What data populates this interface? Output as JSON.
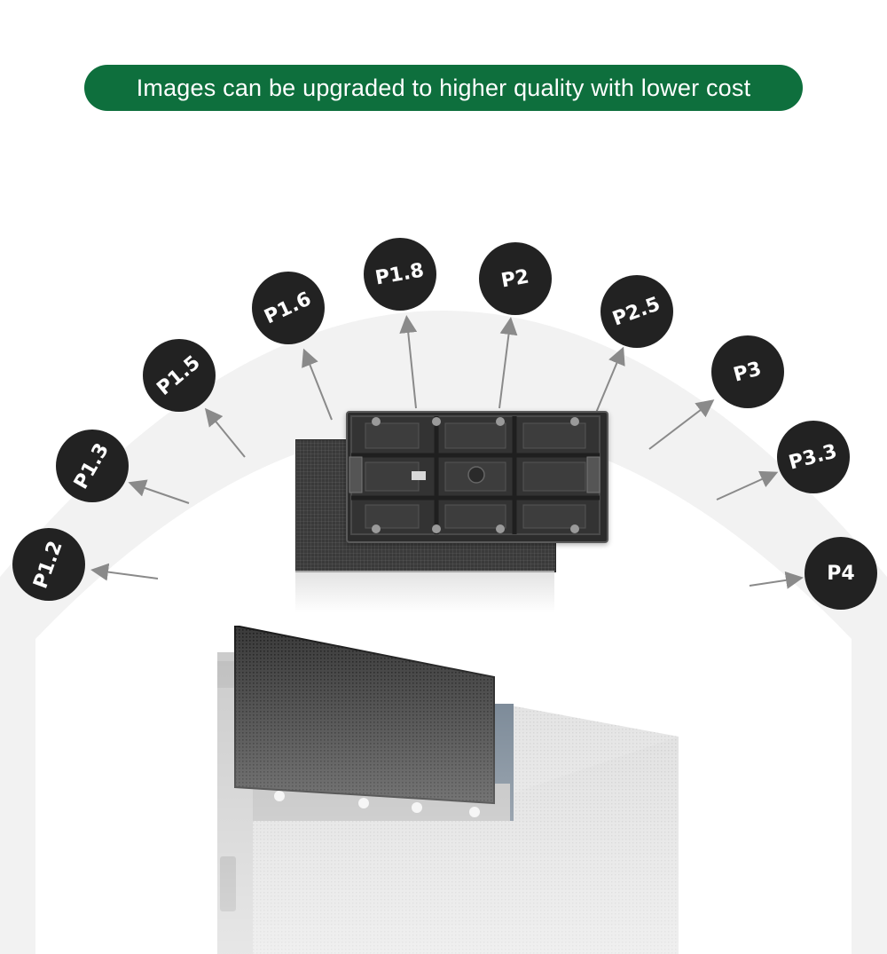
{
  "banner": {
    "text": "Images can be upgraded to higher quality with lower cost",
    "color": "#0e6f3d"
  },
  "pitches": [
    {
      "label": "P1.2"
    },
    {
      "label": "P1.3"
    },
    {
      "label": "P1.5"
    },
    {
      "label": "P1.6"
    },
    {
      "label": "P1.8"
    },
    {
      "label": "P2"
    },
    {
      "label": "P2.5"
    },
    {
      "label": "P3"
    },
    {
      "label": "P3.3"
    },
    {
      "label": "P4"
    }
  ],
  "colors": {
    "badge": "#222222",
    "badge_text": "#ffffff",
    "arrow": "#8a8a8a"
  },
  "images": {
    "module": "led-module-back-and-front",
    "cabinet": "led-display-cabinet"
  }
}
